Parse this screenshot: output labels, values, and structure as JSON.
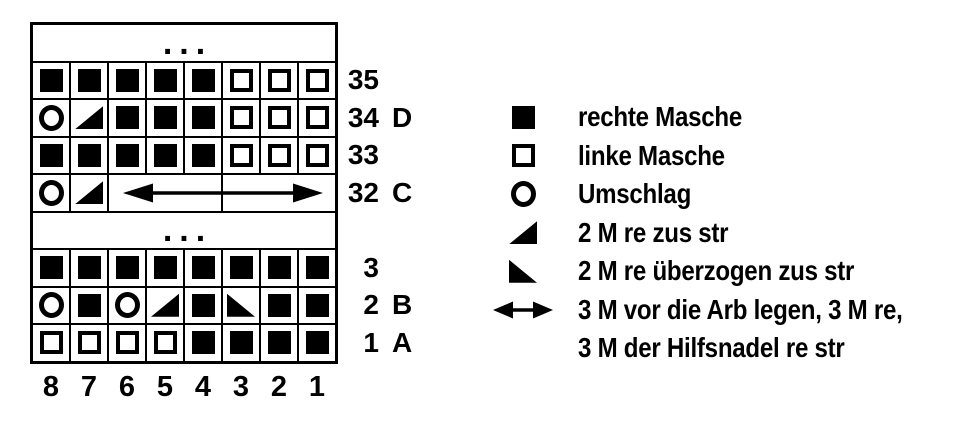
{
  "colors": {
    "ink": "#000000",
    "paper": "#ffffff"
  },
  "chart": {
    "ellipsis": "...",
    "columns": [
      "8",
      "7",
      "6",
      "5",
      "4",
      "3",
      "2",
      "1"
    ],
    "rows": [
      {
        "type": "ellipsis"
      },
      {
        "type": "cells",
        "num": "35",
        "letter": "",
        "cells": [
          "filled",
          "filled",
          "filled",
          "filled",
          "filled",
          "open",
          "open",
          "open"
        ]
      },
      {
        "type": "cells",
        "num": "34",
        "letter": "D",
        "cells": [
          "ring",
          "tri_br",
          "filled",
          "filled",
          "filled",
          "open",
          "open",
          "open"
        ]
      },
      {
        "type": "cells",
        "num": "33",
        "letter": "",
        "cells": [
          "filled",
          "filled",
          "filled",
          "filled",
          "filled",
          "open",
          "open",
          "open"
        ]
      },
      {
        "type": "cable",
        "num": "32",
        "letter": "C",
        "cells": [
          "ring",
          "tri_br"
        ],
        "cable_span": 6
      },
      {
        "type": "ellipsis"
      },
      {
        "type": "cells",
        "num": "3",
        "letter": "",
        "cells": [
          "filled",
          "filled",
          "filled",
          "filled",
          "filled",
          "filled",
          "filled",
          "filled"
        ]
      },
      {
        "type": "cells",
        "num": "2",
        "letter": "B",
        "cells": [
          "ring",
          "filled",
          "ring",
          "tri_br",
          "filled",
          "tri_bl",
          "filled",
          "filled"
        ]
      },
      {
        "type": "cells",
        "num": "1",
        "letter": "A",
        "cells": [
          "open",
          "open",
          "open",
          "open",
          "filled",
          "filled",
          "filled",
          "filled"
        ]
      }
    ]
  },
  "legend": {
    "items": [
      {
        "symbol": "filled",
        "label": "rechte Masche"
      },
      {
        "symbol": "open",
        "label": "linke Masche"
      },
      {
        "symbol": "ring",
        "label": "Umschlag"
      },
      {
        "symbol": "tri_br",
        "label": "2 M re zus str"
      },
      {
        "symbol": "tri_bl",
        "label": "2 M re überzogen zus str"
      },
      {
        "symbol": "arrow",
        "label": "3 M vor die Arb legen, 3 M re,"
      },
      {
        "symbol": "none",
        "label": "3 M der Hilfsnadel re str"
      }
    ]
  }
}
